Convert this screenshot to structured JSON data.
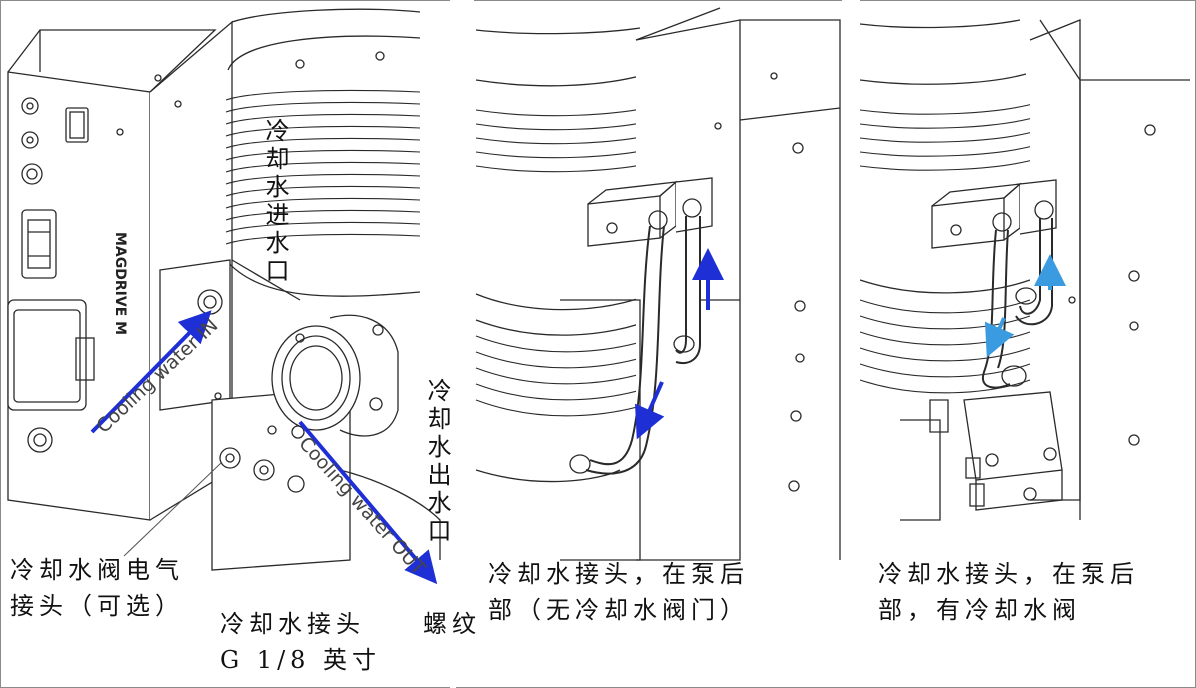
{
  "labels": {
    "cooling_water_in": "Cooling water IN",
    "cooling_water_out": "Cooling water OUT",
    "inlet_cn": "冷却水进水口",
    "outlet_cn": "冷却水出水口",
    "valve_connector_line1": "冷却水阀电气",
    "valve_connector_line2": "接头（可选）",
    "connector_spec_line1": "冷却水接头",
    "connector_spec_thread": "螺纹",
    "connector_spec_line2": "G 1/8 英寸",
    "rear_no_valve_line1": "冷却水接头，在泵后",
    "rear_no_valve_line2": "部（无冷却水阀门）",
    "rear_with_valve_line1": "冷却水接头，在泵后",
    "rear_with_valve_line2": "部，有冷却水阀"
  },
  "colors": {
    "flow_arrow_dark": "#1f2fd6",
    "flow_arrow_light": "#3a9be0",
    "line": "#2a2a2a",
    "frame": "#8a8a8a"
  }
}
